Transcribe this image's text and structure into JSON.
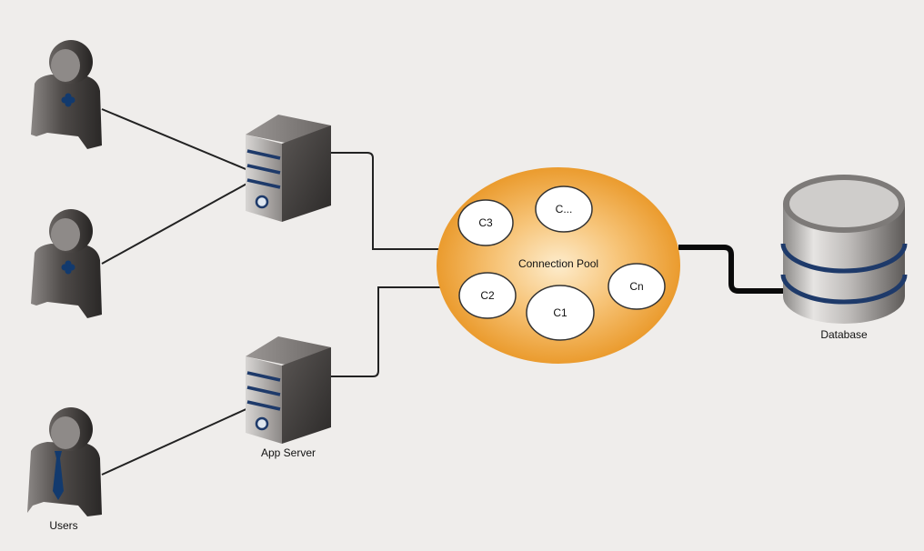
{
  "labels": {
    "users": "Users",
    "app_server": "App Server",
    "pool": "Connection Pool",
    "database": "Database"
  },
  "connections": [
    {
      "id": "c3",
      "label": "C3"
    },
    {
      "id": "c-etc",
      "label": "C..."
    },
    {
      "id": "cn",
      "label": "Cn"
    },
    {
      "id": "c2",
      "label": "C2"
    },
    {
      "id": "c1",
      "label": "C1"
    }
  ],
  "colors": {
    "background": "#efedeb",
    "pool_center": "#fde3b4",
    "pool_edge": "#eb9a2c",
    "connection_fill": "#ffffff",
    "server_body": "#5a5654",
    "server_stripe": "#1e3a6a",
    "database_band": "#1e3a6a",
    "user_body": "#4a4644",
    "user_tie": "#123a6e",
    "link_line": "#222222"
  }
}
